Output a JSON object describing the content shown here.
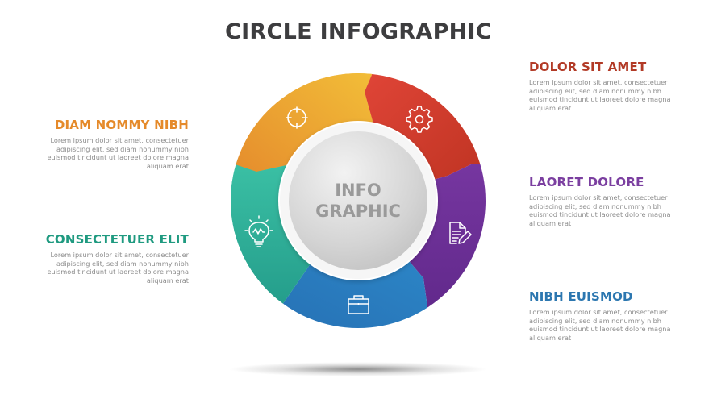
{
  "title": "CIRCLE INFOGRAPHIC",
  "center": {
    "line1": "INFO",
    "line2": "GRAPHIC",
    "color": "#9a9a9a"
  },
  "items": [
    {
      "id": 1,
      "heading": "DOLOR SIT AMET",
      "body": "Lorem ipsum dolor sit amet, consectetuer adipiscing elit, sed diam nonummy nibh euismod tincidunt ut laoreet dolore magna aliquam erat",
      "color": "#b23a26",
      "segment_color": "#e0433a",
      "icon": "gear-icon",
      "side": "right"
    },
    {
      "id": 2,
      "heading": "DIAM NOMMY NIBH",
      "body": "Lorem ipsum dolor sit amet, consectetuer adipiscing elit, sed diam nonummy nibh euismod tincidunt ut laoreet dolore magna aliquam erat",
      "color": "#e58a2a",
      "segment_color": "#f2b33a",
      "icon": "target-icon",
      "side": "left"
    },
    {
      "id": 3,
      "heading": "LAORET DOLORE",
      "body": "Lorem ipsum dolor sit amet, consectetuer adipiscing elit, sed diam nonummy nibh euismod tincidunt ut laoreet dolore magna aliquam erat",
      "color": "#7b3fa0",
      "segment_color": "#6a2f95",
      "icon": "document-edit-icon",
      "side": "right"
    },
    {
      "id": 4,
      "heading": "CONSECTETUER ELIT",
      "body": "Lorem ipsum dolor sit amet, consectetuer adipiscing elit, sed diam nonummy nibh euismod tincidunt ut laoreet dolore magna aliquam erat",
      "color": "#1f9a80",
      "segment_color": "#2eb39a",
      "icon": "lightbulb-icon",
      "side": "left"
    },
    {
      "id": 5,
      "heading": "NIBH EUISMOD",
      "body": "Lorem ipsum dolor sit amet, consectetuer adipiscing elit, sed diam nonummy nibh euismod tincidunt ut laoreet dolore magna aliquam erat",
      "color": "#2c77b0",
      "segment_color": "#2c86c6",
      "icon": "briefcase-icon",
      "side": "right"
    }
  ]
}
